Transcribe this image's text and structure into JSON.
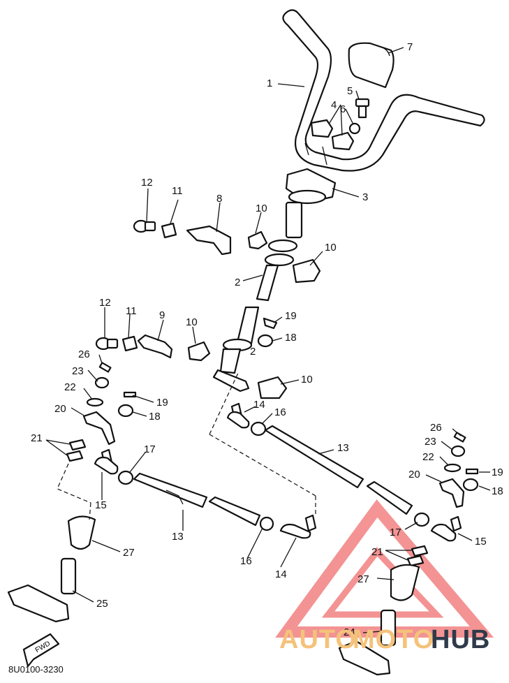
{
  "callouts": {
    "c1": "1",
    "c2": "2",
    "c3": "3",
    "c4": "4",
    "c5": "5",
    "c6": "6",
    "c7": "7",
    "c8": "8",
    "c9": "9",
    "c10": "10",
    "c11": "11",
    "c12": "12",
    "c13": "13",
    "c14": "14",
    "c15": "15",
    "c16": "16",
    "c17": "17",
    "c18": "18",
    "c19": "19",
    "c20": "20",
    "c21": "21",
    "c22": "22",
    "c23": "23",
    "c24": "24",
    "c25": "25",
    "c26": "26",
    "c27": "27"
  },
  "direction_arrow": "FWD",
  "diagram_code": "8U0100-3230",
  "watermark": {
    "auto": "AUTO",
    "moto": "MOTO",
    "hub": "HUB",
    "auto_color": "#f4c27a",
    "moto_color": "#f4c27a",
    "hub_color": "#2f3a4a",
    "triangle_color": "#f07070"
  }
}
